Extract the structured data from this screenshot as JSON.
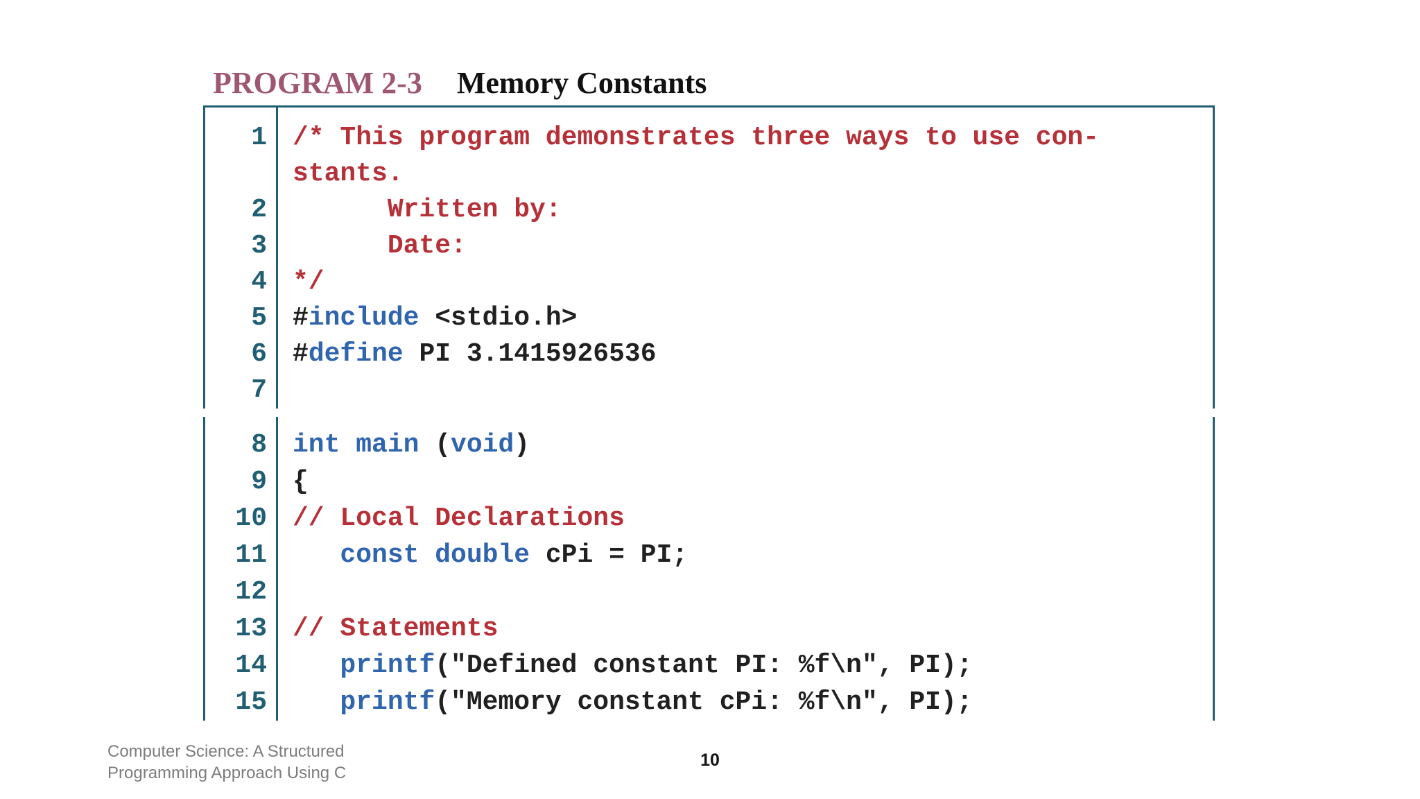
{
  "colors": {
    "accent_teal": "#215E74",
    "comment_red": "#B63038",
    "keyword_blue": "#2F64AE",
    "code_ink": "#202020",
    "title_plum": "#9E5672",
    "footer_gray": "#7C7C7C"
  },
  "title": {
    "label": "PROGRAM 2-3",
    "name": "Memory Constants"
  },
  "code": {
    "sections": [
      {
        "rows": [
          {
            "num": "1",
            "tokens": [
              {
                "t": "/* This program demonstrates three ways to use con-",
                "c": "red"
              }
            ]
          },
          {
            "num": "",
            "tokens": [
              {
                "t": "stants.",
                "c": "red"
              }
            ]
          },
          {
            "num": "2",
            "tokens": [
              {
                "t": "      Written by:",
                "c": "red"
              }
            ]
          },
          {
            "num": "3",
            "tokens": [
              {
                "t": "      Date:",
                "c": "red"
              }
            ]
          },
          {
            "num": "4",
            "tokens": [
              {
                "t": "*/",
                "c": "red"
              }
            ]
          },
          {
            "num": "5",
            "tokens": [
              {
                "t": "#",
                "c": "ink"
              },
              {
                "t": "include",
                "c": "blue"
              },
              {
                "t": " <stdio.h>",
                "c": "ink"
              }
            ]
          },
          {
            "num": "6",
            "tokens": [
              {
                "t": "#",
                "c": "ink"
              },
              {
                "t": "define",
                "c": "blue"
              },
              {
                "t": " PI 3.1415926536",
                "c": "ink"
              }
            ]
          },
          {
            "num": "7",
            "tokens": []
          }
        ]
      },
      {
        "rows": [
          {
            "num": "8",
            "tokens": [
              {
                "t": "int main ",
                "c": "blue"
              },
              {
                "t": "(",
                "c": "ink"
              },
              {
                "t": "void",
                "c": "blue"
              },
              {
                "t": ")",
                "c": "ink"
              }
            ]
          },
          {
            "num": "9",
            "tokens": [
              {
                "t": "{",
                "c": "ink"
              }
            ]
          },
          {
            "num": "10",
            "tokens": [
              {
                "t": "// Local Declarations",
                "c": "red"
              }
            ]
          },
          {
            "num": "11",
            "tokens": [
              {
                "t": "   ",
                "c": "ink"
              },
              {
                "t": "const double",
                "c": "blue"
              },
              {
                "t": " cPi = PI;",
                "c": "ink"
              }
            ]
          },
          {
            "num": "12",
            "tokens": []
          },
          {
            "num": "13",
            "tokens": [
              {
                "t": "// Statements",
                "c": "red"
              }
            ]
          },
          {
            "num": "14",
            "tokens": [
              {
                "t": "   ",
                "c": "ink"
              },
              {
                "t": "printf",
                "c": "blue"
              },
              {
                "t": "(\"Defined constant PI: %f\\n\", PI);",
                "c": "ink"
              }
            ]
          },
          {
            "num": "15",
            "tokens": [
              {
                "t": "   ",
                "c": "ink"
              },
              {
                "t": "printf",
                "c": "blue"
              },
              {
                "t": "(\"Memory constant cPi: %f\\n\", PI);",
                "c": "ink"
              }
            ]
          }
        ]
      }
    ]
  },
  "footer": {
    "book_line1": "Computer Science: A Structured",
    "book_line2": "Programming Approach Using C",
    "page_number": "10"
  }
}
